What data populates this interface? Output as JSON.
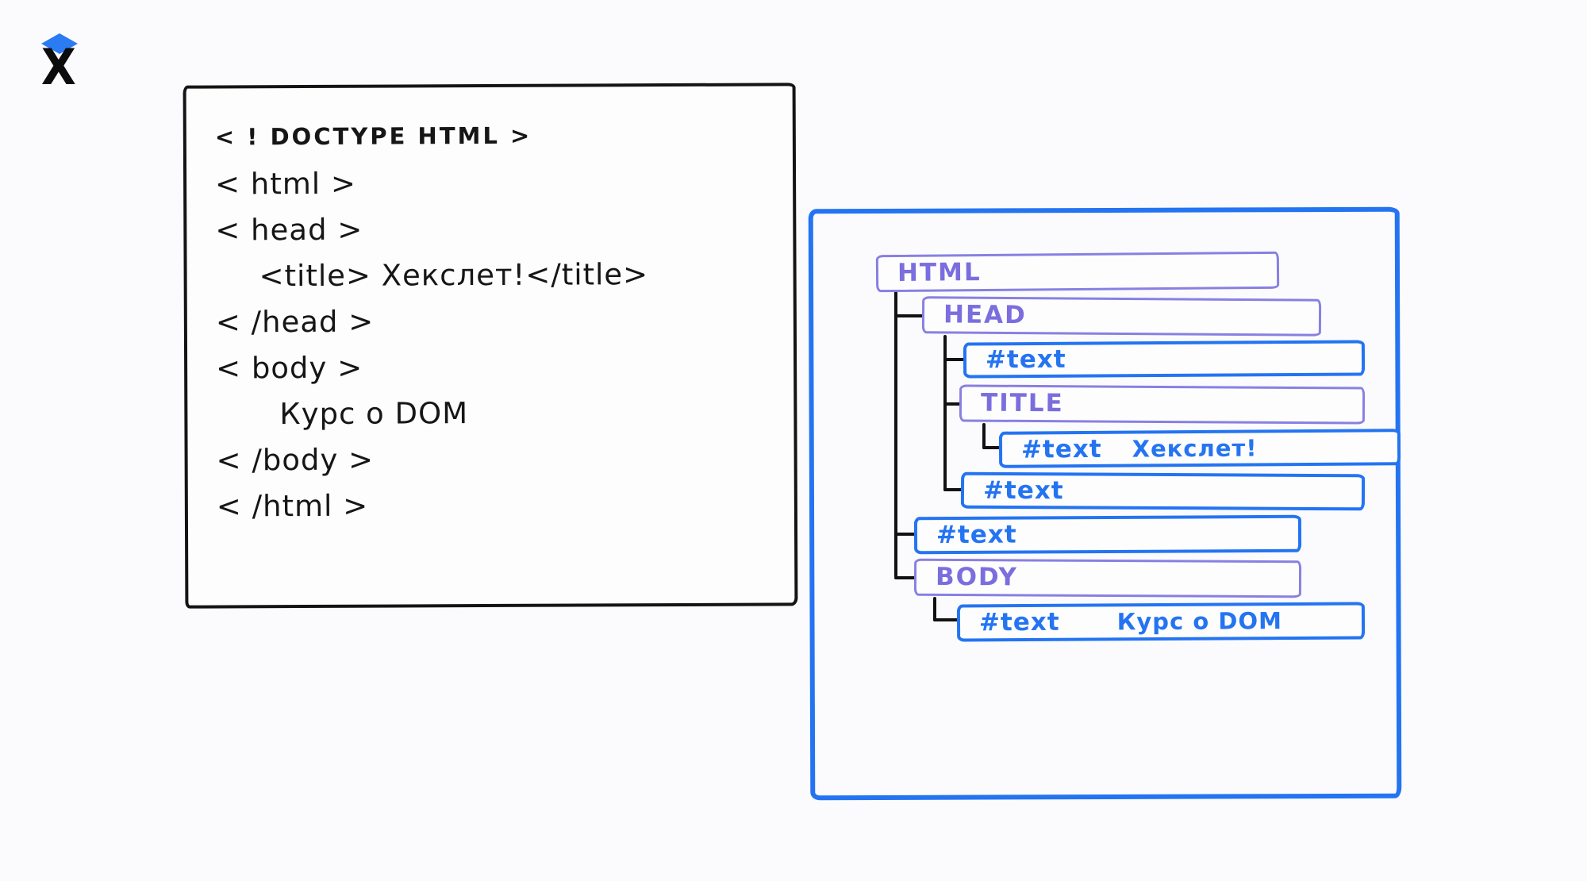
{
  "colors": {
    "blue": "#2474F2",
    "purple": "#7A6EDF",
    "ink": "#141414",
    "background": "#FBFBFD"
  },
  "logo": {
    "letter": "X"
  },
  "code_panel": {
    "lines": [
      {
        "text": "< ! DOCTYPE HTML >",
        "indent": 0
      },
      {
        "text": "< html >",
        "indent": 0
      },
      {
        "text": "< head >",
        "indent": 0
      },
      {
        "text": "<title> Хекслет!</title>",
        "indent": 1
      },
      {
        "text": "< /head >",
        "indent": 0
      },
      {
        "text": "< body >",
        "indent": 0
      },
      {
        "text": "Курс о DOM",
        "indent": 2
      },
      {
        "text": "< /body >",
        "indent": 0
      },
      {
        "text": "< /html >",
        "indent": 0
      }
    ]
  },
  "dom_tree": {
    "nodes": [
      {
        "label": "HTML",
        "kind": "element",
        "depth": 0
      },
      {
        "label": "HEAD",
        "kind": "element",
        "depth": 1
      },
      {
        "label": "#text",
        "kind": "text",
        "depth": 2
      },
      {
        "label": "TITLE",
        "kind": "element",
        "depth": 2
      },
      {
        "label": "#text",
        "kind": "text",
        "depth": 3,
        "value": "Хекслет!"
      },
      {
        "label": "#text",
        "kind": "text",
        "depth": 2
      },
      {
        "label": "#text",
        "kind": "text",
        "depth": 1
      },
      {
        "label": "BODY",
        "kind": "element",
        "depth": 1
      },
      {
        "label": "#text",
        "kind": "text",
        "depth": 2,
        "value": "Курс о DOM"
      }
    ]
  }
}
